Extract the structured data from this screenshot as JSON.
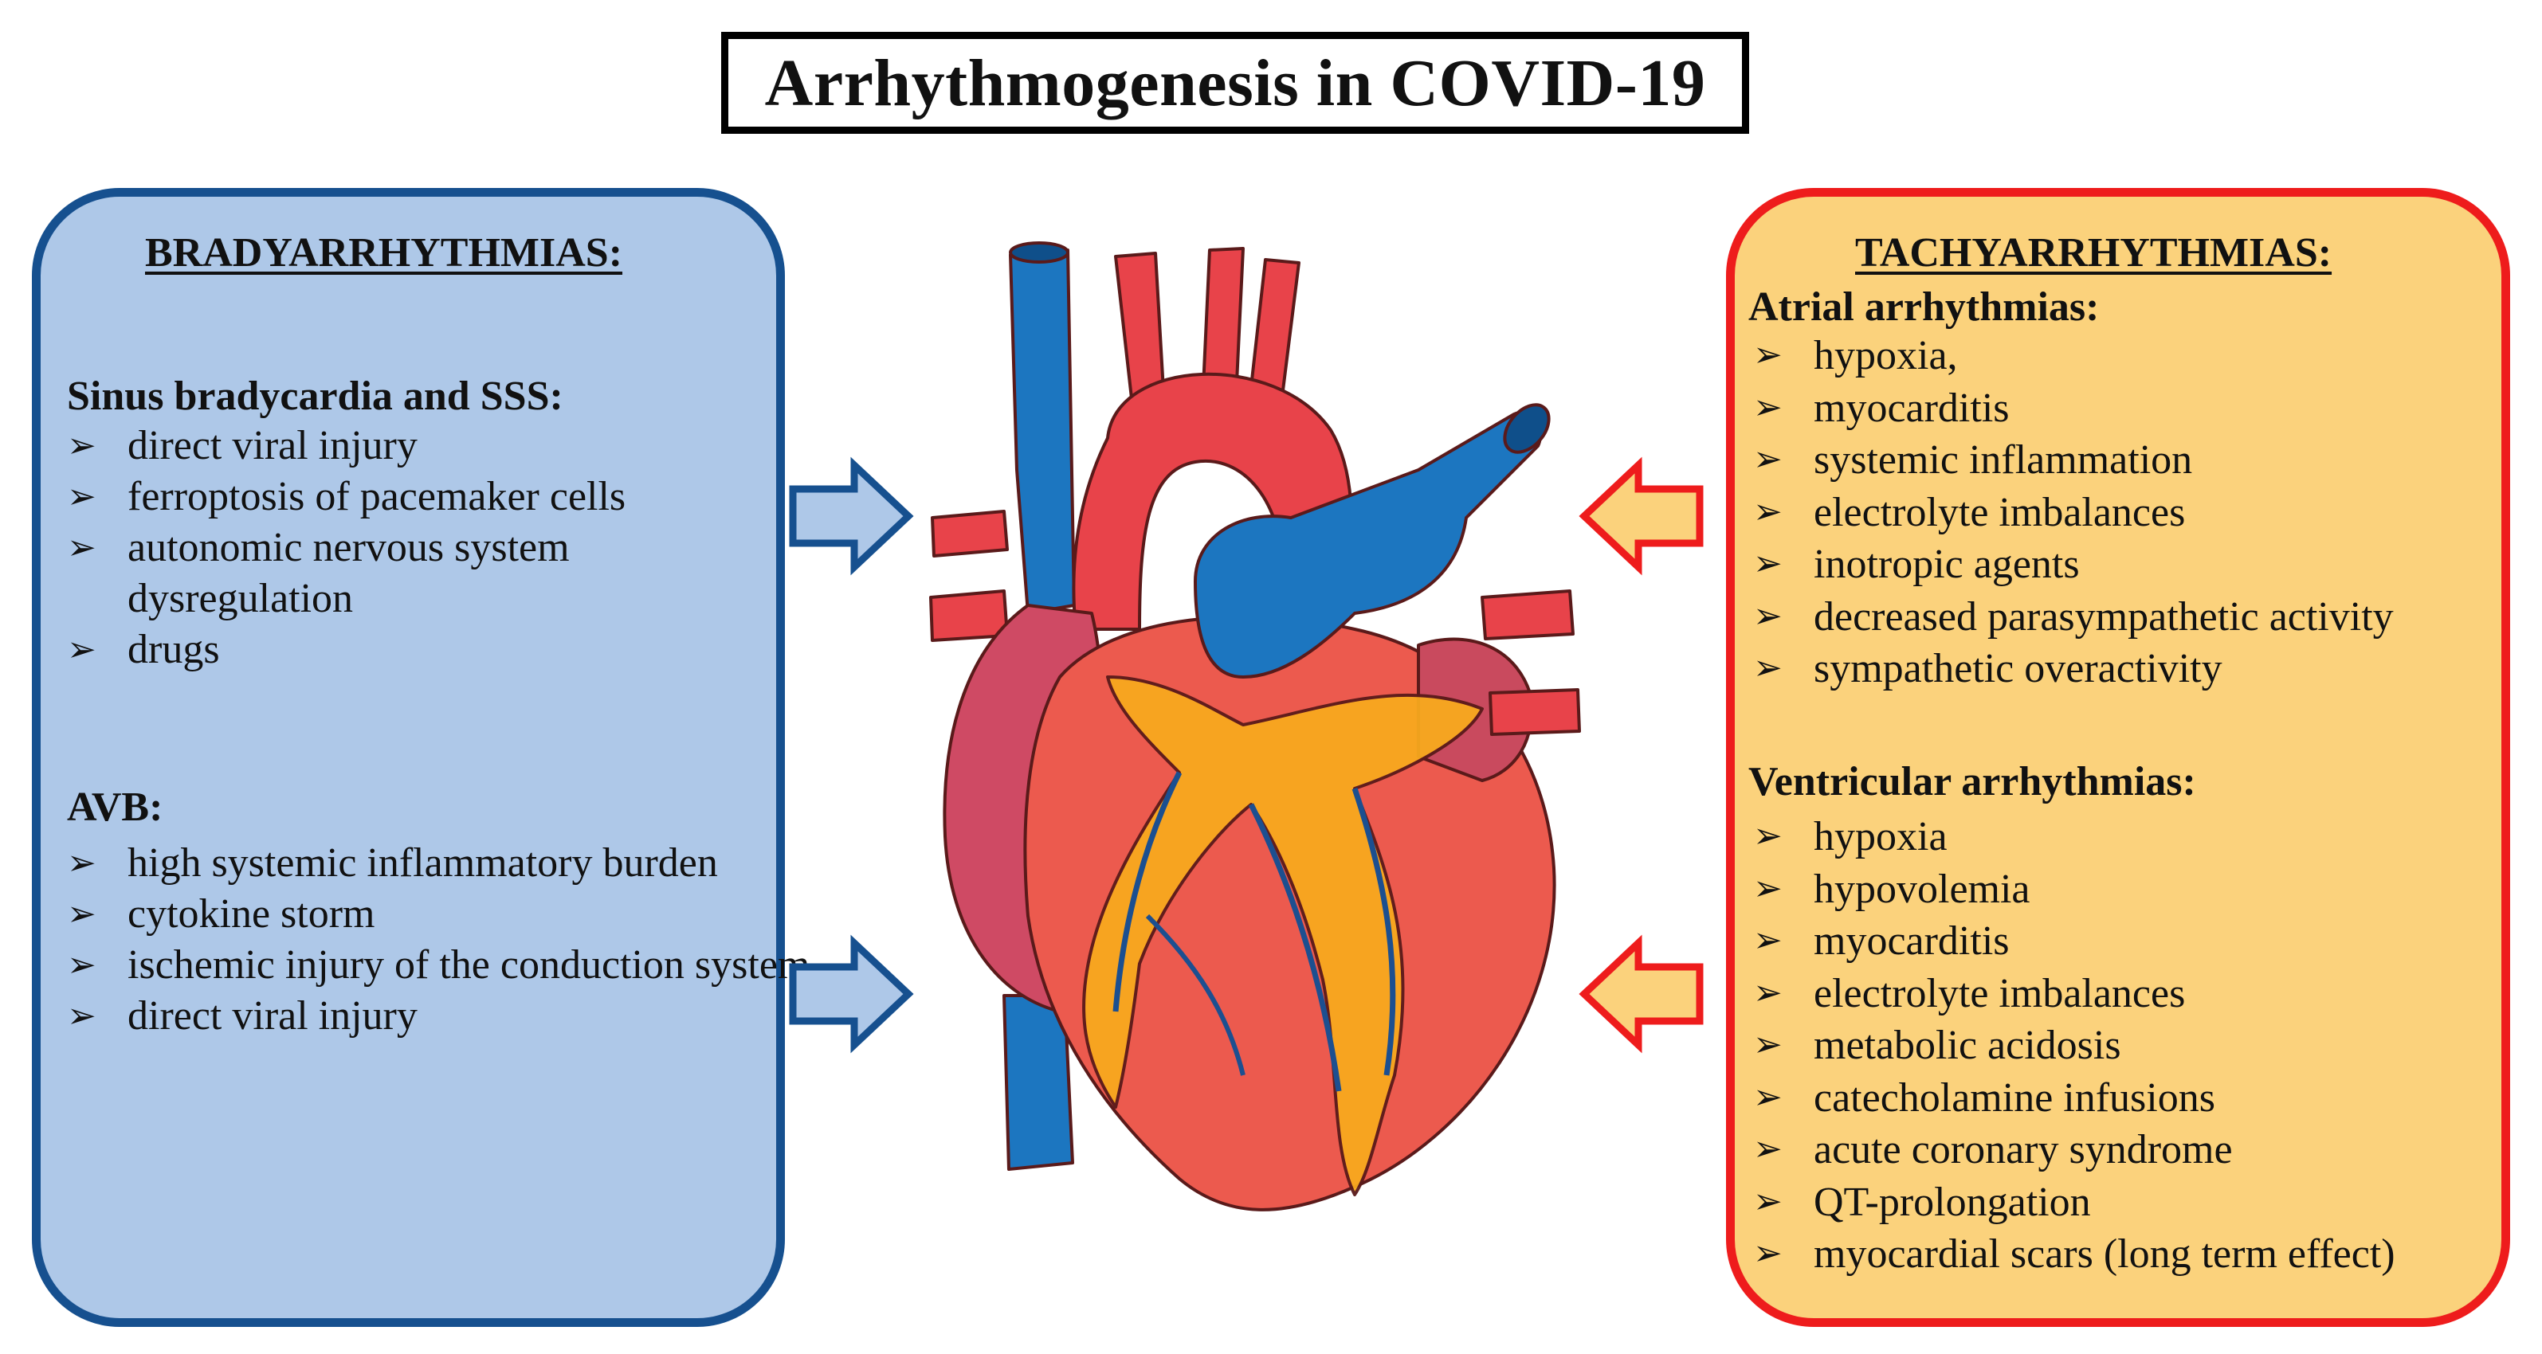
{
  "title": "Arrhythmogenesis in COVID-19",
  "brady": {
    "heading": "BRADYARRHYTHMIAS:",
    "groups": [
      {
        "label": "Sinus bradycardia and SSS:",
        "items": [
          "direct viral injury",
          "ferroptosis of pacemaker cells",
          "autonomic nervous system dysregulation",
          "drugs"
        ]
      },
      {
        "label": "AVB:",
        "items": [
          "high systemic inflammatory burden",
          "cytokine storm",
          "ischemic injury of the conduction system",
          "direct viral injury"
        ]
      }
    ]
  },
  "tachy": {
    "heading": "TACHYARRHYTHMIAS:",
    "groups": [
      {
        "label": "Atrial arrhythmias:",
        "items": [
          "hypoxia,",
          "myocarditis",
          "systemic inflammation",
          "electrolyte imbalances",
          "inotropic agents",
          "decreased parasympathetic activity",
          "sympathetic overactivity"
        ]
      },
      {
        "label": "Ventricular arrhythmias:",
        "items": [
          "hypoxia",
          "hypovolemia",
          "myocarditis",
          "electrolyte imbalances",
          "metabolic acidosis",
          "catecholamine infusions",
          "acute coronary syndrome",
          "QT-prolongation",
          "myocardial scars (long term effect)"
        ]
      }
    ]
  },
  "bullet_glyph": "➢",
  "icons": [
    "heart-illustration-icon",
    "right-arrow-icon",
    "left-arrow-icon"
  ],
  "colors": {
    "brady_fill": "#aec8e8",
    "brady_border": "#16508f",
    "tachy_fill": "#fbd27c",
    "tachy_border": "#ee1c1c",
    "heart_red": "#e8434a",
    "vessel_blue": "#1c76c0",
    "fat_orange": "#f8a91e"
  }
}
